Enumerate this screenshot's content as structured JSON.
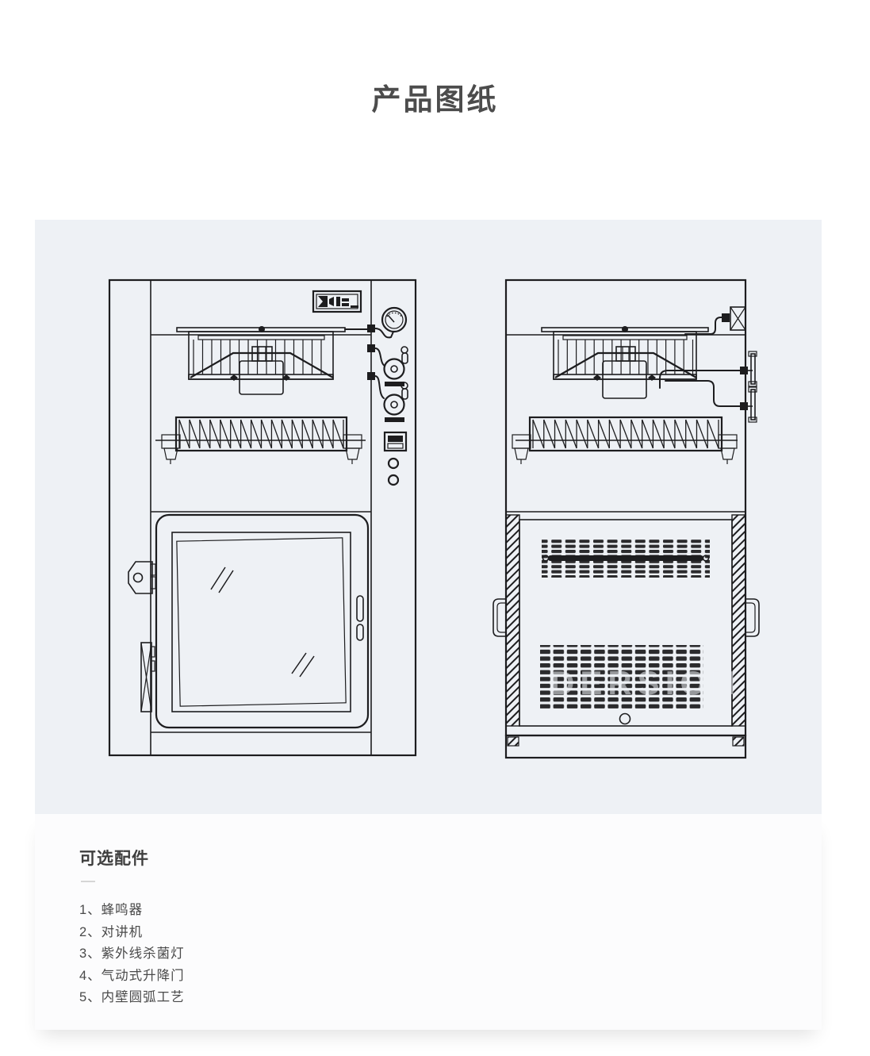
{
  "title": "产品图纸",
  "accessories": {
    "heading": "可选配件",
    "items": [
      "1、蜂鸣器",
      "2、对讲机",
      "3、紫外线杀菌灯",
      "4、气动式升降门",
      "5、内壁圆弧工艺"
    ]
  },
  "drawings": {
    "watermark": "DERSION"
  },
  "colors": {
    "page_bg": "#ffffff",
    "panel_bg": "#eef1f5",
    "card_bg": "#fcfcfd",
    "line": "#1d1d1f",
    "title_text": "#4c4c4c",
    "body_text": "#4a4a4a",
    "divider": "#d6d6d6"
  }
}
